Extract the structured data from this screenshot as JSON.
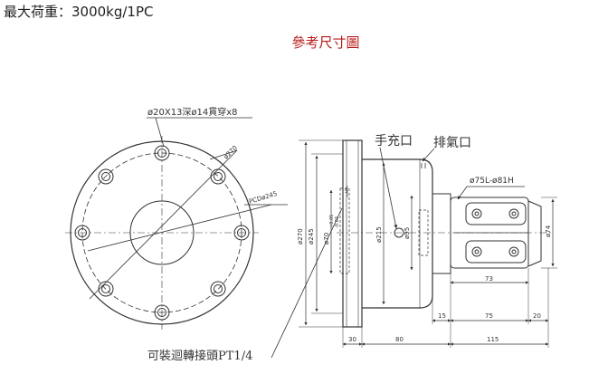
{
  "spec": {
    "max_load": "最大荷重：3000kg/1PC"
  },
  "section": {
    "title": "參考尺寸圖"
  },
  "front_view": {
    "hole_note": "ø20X13深ø14貫穿x8",
    "inner_bolt_circle": "ø270",
    "pcd_label": "PCDø245"
  },
  "side_view": {
    "manual_fill_port": "手充口",
    "exhaust_port": "排氣口",
    "rotary_joint_note": "可裝迴轉接頭PT1/4",
    "rod_diameter_label": "ø75L-ø81H",
    "dia_270": "ø270",
    "dia_245": "ø245",
    "dia_70": "ø70",
    "tol_upper": "+0.05",
    "tol_lower": "-0.03",
    "dia_215": "ø215",
    "dia_95": "ø95",
    "dia_74": "ø74",
    "small_dim": "5",
    "len_73": "73",
    "len_15": "15",
    "len_75": "75",
    "len_20": "20",
    "len_30": "30",
    "len_80": "80",
    "len_115": "115"
  }
}
